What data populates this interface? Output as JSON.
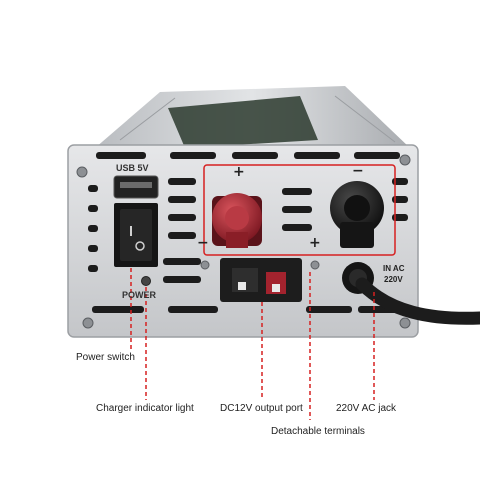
{
  "panel": {
    "usb_label": "USB 5V",
    "power_label": "POWER",
    "ac_label_line1": "IN AC",
    "ac_label_line2": "220V",
    "positive_sign": "+",
    "negative_sign": "−"
  },
  "callouts": {
    "power_switch": "Power switch",
    "charger_light": "Charger indicator light",
    "dc_port": "DC12V output port",
    "ac_jack": "220V AC jack",
    "terminals": "Detachable terminals"
  },
  "colors": {
    "callout_line": "#d62020",
    "highlight_box": "#d62020",
    "terminal_red": "#a3232e",
    "terminal_black": "#1a1a1a",
    "housing": "#c9cccf"
  }
}
